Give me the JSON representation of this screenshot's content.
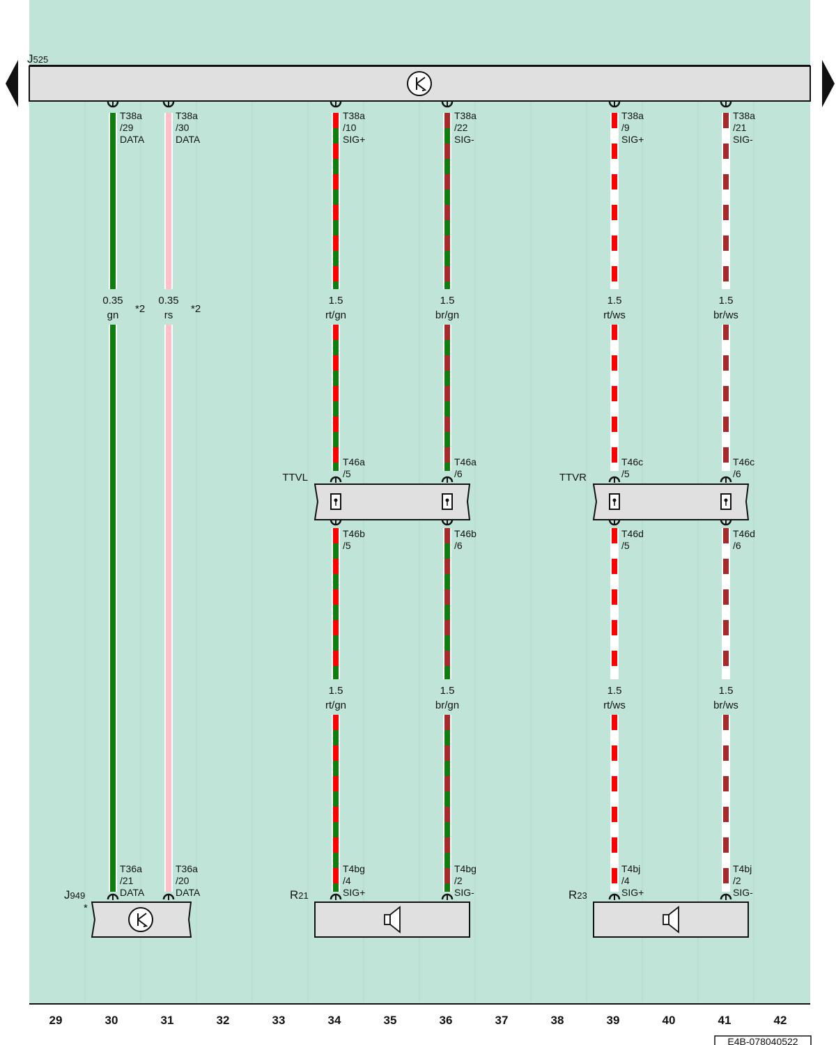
{
  "diagram": {
    "background_color": "#c0e5d8",
    "top_module": {
      "name": "J",
      "subscript": "525"
    },
    "wires": [
      {
        "col": 30,
        "size": "0.35",
        "color_code": "gn",
        "note": "*2",
        "colors": [
          "#0f7d0f"
        ],
        "top_pin": [
          "T38a",
          "/29",
          "DATA"
        ],
        "bottom_pin": [
          "T36a",
          "/21",
          "DATA"
        ]
      },
      {
        "col": 31,
        "size": "0.35",
        "color_code": "rs",
        "note": "*2",
        "colors": [
          "#ffc0c8"
        ],
        "top_pin": [
          "T38a",
          "/30",
          "DATA"
        ],
        "bottom_pin": [
          "T36a",
          "/20",
          "DATA"
        ]
      },
      {
        "col": 34,
        "size": "1.5",
        "color_code": "rt/gn",
        "colors": [
          "#ff0000",
          "#0f7d0f"
        ],
        "top_pin": [
          "T38a",
          "/10",
          "SIG+"
        ],
        "conn_top": [
          "T46a",
          "/5"
        ],
        "conn_bottom": [
          "T46b",
          "/5"
        ],
        "bottom_pin": [
          "T4bg",
          "/4",
          "SIG+"
        ]
      },
      {
        "col": 36,
        "size": "1.5",
        "color_code": "br/gn",
        "colors": [
          "#a52a2a",
          "#0f7d0f"
        ],
        "top_pin": [
          "T38a",
          "/22",
          "SIG-"
        ],
        "conn_top": [
          "T46a",
          "/6"
        ],
        "conn_bottom": [
          "T46b",
          "/6"
        ],
        "bottom_pin": [
          "T4bg",
          "/2",
          "SIG-"
        ]
      },
      {
        "col": 39,
        "size": "1.5",
        "color_code": "rt/ws",
        "colors": [
          "#ff0000",
          "#ffffff"
        ],
        "top_pin": [
          "T38a",
          "/9",
          "SIG+"
        ],
        "conn_top": [
          "T46c",
          "/5"
        ],
        "conn_bottom": [
          "T46d",
          "/5"
        ],
        "bottom_pin": [
          "T4bj",
          "/4",
          "SIG+"
        ]
      },
      {
        "col": 41,
        "size": "1.5",
        "color_code": "br/ws",
        "colors": [
          "#a52a2a",
          "#ffffff"
        ],
        "top_pin": [
          "T38a",
          "/21",
          "SIG-"
        ],
        "conn_top": [
          "T46c",
          "/6"
        ],
        "conn_bottom": [
          "T46d",
          "/6"
        ],
        "bottom_pin": [
          "T4bj",
          "/2",
          "SIG-"
        ]
      }
    ],
    "connectors": [
      {
        "label": "TTVL",
        "cols": [
          34,
          36
        ]
      },
      {
        "label": "TTVR",
        "cols": [
          39,
          41
        ]
      }
    ],
    "bottom_components": [
      {
        "name": "J",
        "subscript": "949",
        "asterisk": "*",
        "icon": "control-unit-icon",
        "cols": [
          30,
          31
        ]
      },
      {
        "name": "R",
        "subscript": "21",
        "icon": "speaker-icon",
        "cols": [
          34,
          36
        ]
      },
      {
        "name": "R",
        "subscript": "23",
        "icon": "speaker-icon",
        "cols": [
          39,
          41
        ]
      }
    ],
    "column_numbers": [
      "29",
      "30",
      "31",
      "32",
      "33",
      "34",
      "35",
      "36",
      "37",
      "38",
      "39",
      "40",
      "41",
      "42"
    ],
    "footer_code": "E4B-078040522"
  }
}
